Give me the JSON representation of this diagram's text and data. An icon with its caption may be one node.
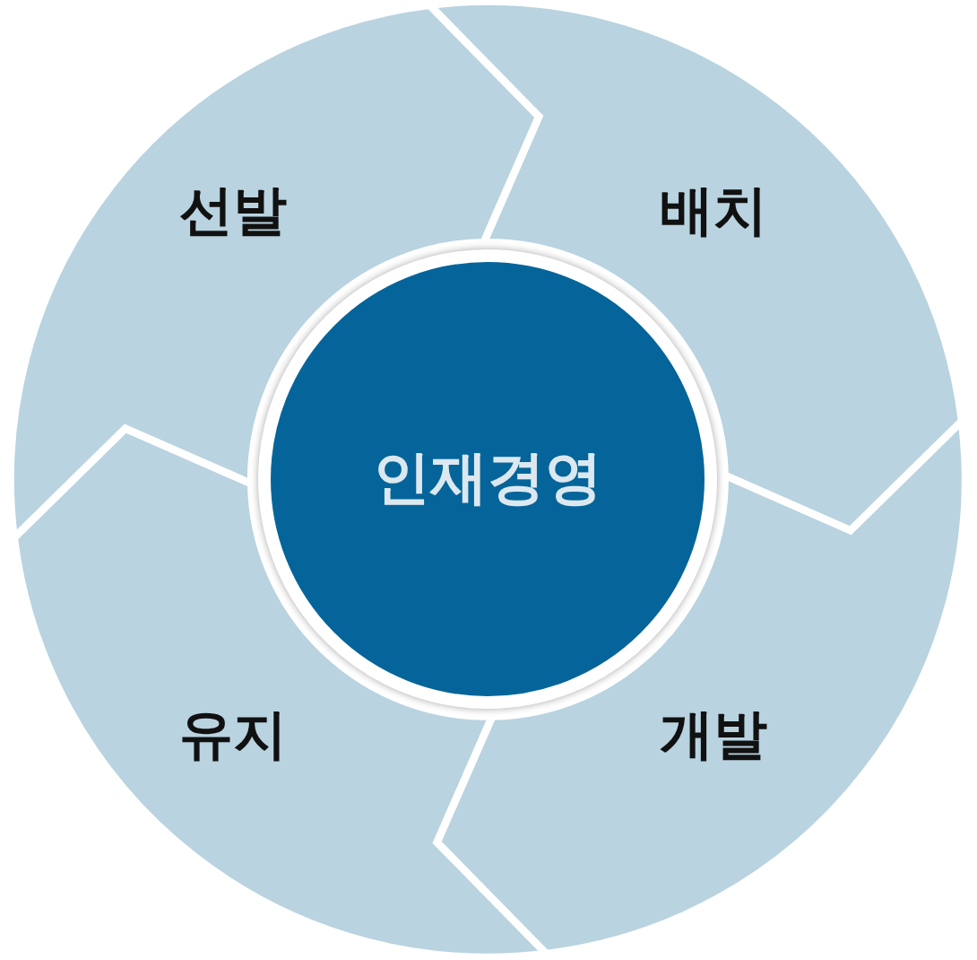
{
  "diagram": {
    "nodes": [
      {
        "text": [
          "선발"
        ]
      },
      {
        "text": [
          "배치"
        ]
      },
      {
        "text": [
          "인재경영"
        ]
      },
      {
        "text": [
          "유지"
        ]
      },
      {
        "text": [
          "개발"
        ]
      }
    ]
  }
}
